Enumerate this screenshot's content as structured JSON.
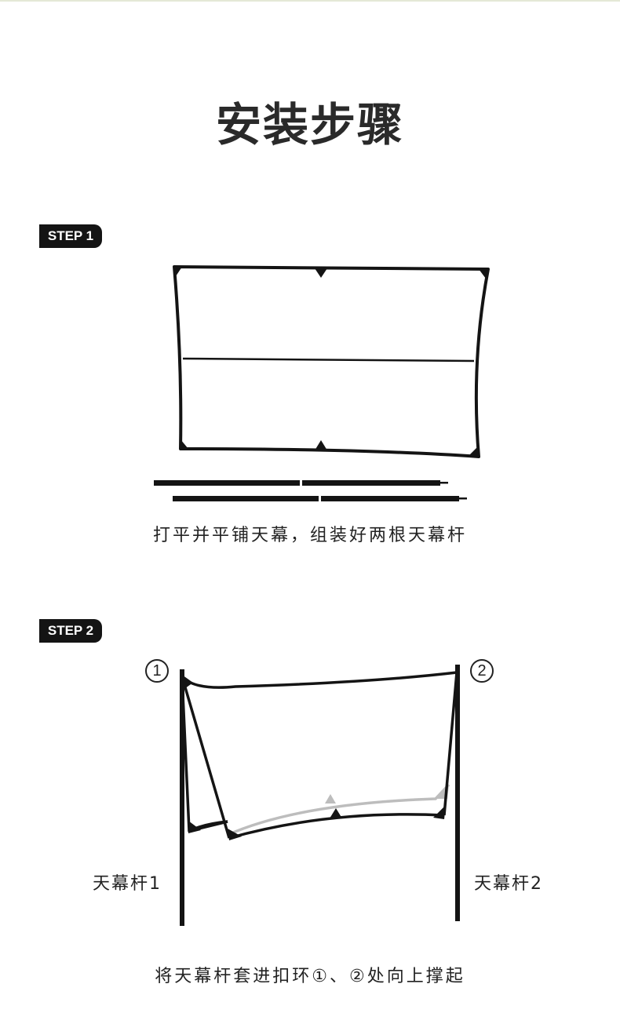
{
  "title": "安装步骤",
  "steps": [
    {
      "badge": "STEP 1",
      "caption": "打平并平铺天幕，组装好两根天幕杆"
    },
    {
      "badge": "STEP 2",
      "caption": "将天幕杆套进扣环①、②处向上撑起",
      "pole_left_label": "天幕杆1",
      "pole_right_label": "天幕杆2",
      "marker_left": "1",
      "marker_right": "2"
    }
  ],
  "colors": {
    "ink": "#141414",
    "light_ink": "#bdbdbd",
    "badge_bg": "#141414"
  }
}
